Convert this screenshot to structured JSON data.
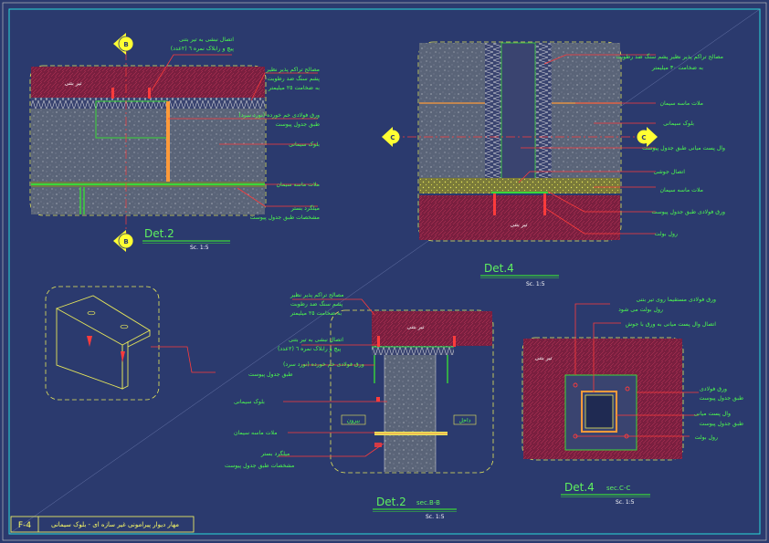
{
  "sheet": {
    "title": "مهار دیوار پیرامونی غیر سازه ای - بلوک سیمانی",
    "code": "F-4"
  },
  "det2_top": {
    "title": "Det.2",
    "scale": "Sc. 1:5",
    "marker": "B",
    "labels": {
      "tie_connection_1": "اتصال نبشی به تیر بتنی",
      "tie_connection_2": "پیچ و رابلاک نمره ٦ (٢عدد)",
      "beam": "تیر بتنی",
      "polymer_1": "مصالح تراکم پذیر نظیر",
      "polymer_2": "پشم سنگ ضد رطوبت",
      "polymer_3": "به ضخامت ٢٥ میلیمتر",
      "galv_1": "ورق فولادی خم خورده (نورد سرد)",
      "galv_2": "طبق جدول پیوست",
      "block": "بلوک سیمانی",
      "mortar": "ملات ماسه سیمان",
      "rebar_1": "میلگرد بستر",
      "rebar_2": "مشخصات طبق جدول پیوست"
    }
  },
  "det4_top": {
    "title": "Det.4",
    "scale": "Sc. 1:5",
    "marker": "C",
    "labels": {
      "polymer_1": "مصالح تراکم پذیر نظیر پشم سنگ ضد رطوبت",
      "polymer_2": "به ضخامت ٣٠ میلیمتر",
      "mortar": "ملات ماسه سیمان",
      "block": "بلوک سیمانی",
      "stud": "وال پست میانی طبق جدول پیوست",
      "weld": "اتصال جوشی",
      "mortar2": "ملات ماسه سیمان",
      "plate": "ورق فولادی طبق جدول پیوست",
      "bolt": "رول بولت",
      "beam": "تیر بتنی"
    }
  },
  "iso": {},
  "det2_sec": {
    "title": "Det.2",
    "section": "sec.B-B",
    "scale": "Sc. 1:5",
    "labels": {
      "polymer_1": "مصالح تراکم پذیر نظیر",
      "polymer_2": "پشم سنگ ضد رطوبت",
      "polymer_3": "به ضخامت ٢٥ میلیمتر",
      "beam": "تیر بتنی",
      "tie_1": "اتصال نبشی به تیر بتنی",
      "tie_2": "پیچ و رابلاک نمره ٦ (٢عدد)",
      "galv_1": "ورق فولادی خم خورده (نورد سرد)",
      "galv_2": "طبق جدول پیوست",
      "block": "بلوک سیمانی",
      "outside": "بیرون",
      "inside": "داخل",
      "mortar": "ملات ماسه سیمان",
      "rebar_1": "میلگرد بستر",
      "rebar_2": "مشخصات طبق جدول پیوست"
    }
  },
  "det4_sec": {
    "title": "Det.4",
    "section": "sec.C-C",
    "scale": "Sc. 1:5",
    "labels": {
      "plate_top_1": "ورق فولادی مستقیما روی تیر بتنی",
      "plate_top_2": "رول بولت می شود",
      "weld": "اتصال وال پست میانی به ورق با جوش",
      "beam": "تیر بتنی",
      "plate_1": "ورق فولادی",
      "plate_2": "طبق جدول پیوست",
      "stud_1": "وال پست میانی",
      "stud_2": "طبق جدول پیوست",
      "bolt": "رول بولت"
    }
  }
}
